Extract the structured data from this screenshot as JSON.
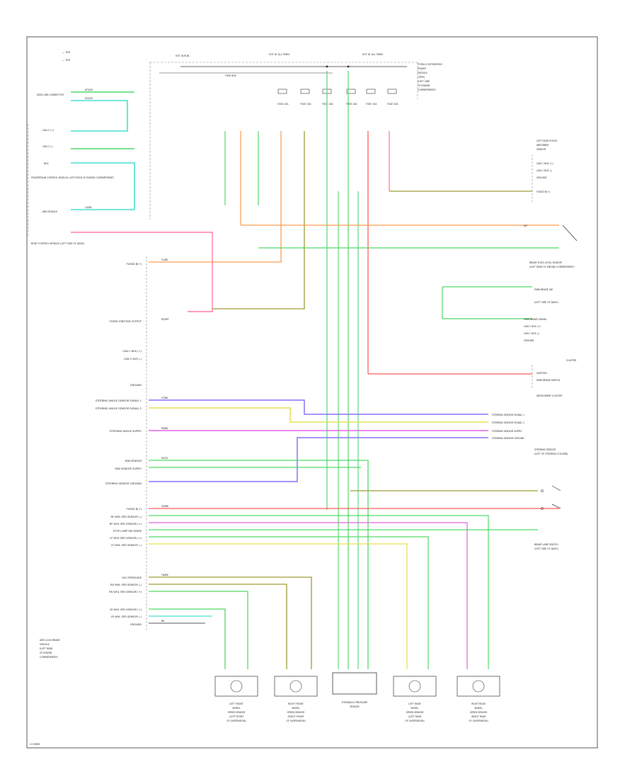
{
  "legend": {
    "line1": "— TCM",
    "line2": "— TCM"
  },
  "top_headers": {
    "hot_run": "HOT IN RUN",
    "hot_all_a": "HOT AT ALL TIMES",
    "hot_all_b": "HOT AT ALL TIMES",
    "fuse_box": "FUSE BOX",
    "right_notes": [
      "TOTALLY INTEGRATED",
      "POWER",
      "MODULE",
      "(TIPM)",
      "(LEFT SIDE",
      "OF ENGINE",
      "COMPARTMENT)"
    ]
  },
  "fuse_labels": [
    "FUSE 20A",
    "FUSE 15A",
    "FUSE 10A",
    "FUSE 10A",
    "FUSE 15A",
    "FUSE 20A"
  ],
  "left_components": {
    "dlc": "DATA LINK CONNECTOR",
    "can_c_plus": "CAN C (+)",
    "can_c_minus": "CAN C (-)",
    "bus": "BUS",
    "pcm_block": "POWERTRAIN CONTROL MODULE (LEFT REAR OF ENGINE COMPARTMENT)",
    "bcm": "BODY CONTROL MODULE (LEFT SIDE OF DASH)",
    "abs_module": "ABS MODULE"
  },
  "bottom_left_module": [
    "ANTI-LOCK BRAKE",
    "MODULE",
    "(LEFT REAR",
    "OF ENGINE",
    "COMPARTMENT)"
  ],
  "wire_colors": {
    "wt_dg": "WT/DG",
    "dg_or": "DG/OR",
    "lg_bk": "LG/BK",
    "rd_wt": "RD/WT",
    "yl_bk": "YL/BK",
    "or_bk": "OR/BK",
    "dg_yl": "DG/YL",
    "pk_bk": "PK/BK",
    "vt_bk": "VT/BK",
    "tn_bk": "TN/BK",
    "bk": "BK",
    "wt": "WT"
  },
  "pcm_pin_labels": [
    "FUSED B(+)",
    "FUSED IGNITION OUTPUT",
    "CAN C BUS (+)",
    "CAN C BUS (-)",
    "GROUND",
    "STEERING ANGLE SENSOR SIGNAL 1",
    "STEERING ANGLE SENSOR SIGNAL 2",
    "STEERING ANGLE SUPPLY",
    "YAW SENSOR",
    "YAW SENSOR SUPPLY",
    "STEERING SENSOR GROUND",
    "FUSED B(+)",
    "RF WHL SPD SENSOR (-)",
    "RF WHL SPD SENSOR (+)",
    "STOP LAMP SW SENSE",
    "LF WHL SPD SENSOR (+)",
    "LF WHL SPD SENSOR (-)",
    "HCU PRESSURE",
    "RR WHL SPD SENSOR (-)",
    "RR WHL SPD SENSOR (+)",
    "LR WHL SPD SENSOR (+)",
    "LR WHL SPD SENSOR (-)",
    "GROUND"
  ],
  "right_components": {
    "left_rear_shock": [
      "LEFT REAR SHOCK",
      "ABSORBER",
      "SENSOR"
    ],
    "shock_pins": [
      "CAN C BUS (+)",
      "CAN C BUS (-)",
      "GROUND",
      "FUSED B(+)"
    ],
    "brake_fluid": [
      "BRAKE FLUID LEVEL SENSOR",
      "(LEFT REAR OF ENGINE COMPARTMENT)"
    ],
    "park_brake": [
      "PARK BRAKE SW",
      "(LEFT SIDE OF DASH)"
    ],
    "park_brake_pins": [
      "PARK BRAKE SIGNAL",
      "CAN C BUS (+)",
      "CAN C BUS (-)",
      "GROUND"
    ],
    "cluster": [
      "CLUSTER",
      "IGNITION",
      "PARK BRAKE SWITCH"
    ],
    "cluster_note": "INSTRUMENT CLUSTER",
    "steering_pins": [
      "STEERING SENSOR SIGNAL 1",
      "STEERING SENSOR SIGNAL 2",
      "STEERING SENSOR SUPPLY",
      "STEERING SENSOR GROUND"
    ],
    "steering_sensor": [
      "STEERING SENSOR",
      "(LEFT OF STEERING COLUMN)"
    ],
    "brake_lamp_sw": [
      "BRAKE LAMP SWITCH",
      "(LEFT SIDE OF DASH)"
    ]
  },
  "bottom_sensors": [
    [
      "LEFT FRONT",
      "WHEEL",
      "SPEED SENSOR",
      "(LEFT FRONT",
      "OF SUSPENSION)"
    ],
    [
      "RIGHT FRONT",
      "WHEEL",
      "SPEED SENSOR",
      "(RIGHT FRONT",
      "OF SUSPENSION)"
    ],
    [
      "HYDRAULIC PRESSURE",
      "SENSOR"
    ],
    [
      "LEFT REAR",
      "WHEEL",
      "SPEED SENSOR",
      "(LEFT REAR",
      "OF SUSPENSION)"
    ],
    [
      "RIGHT REAR",
      "WHEEL",
      "SPEED SENSOR",
      "(RIGHT REAR",
      "OF SUSPENSION)"
    ]
  ],
  "footer_code": "1174856",
  "colors": {
    "border": "#555555",
    "green": "#4cd964",
    "teal": "#40e0d0",
    "red": "#ff5a5a",
    "orange": "#ff9a4a",
    "olive": "#9a9a30",
    "yellow": "#e6e04a",
    "violet": "#8a6cff",
    "magenta": "#e060e0",
    "tan": "#b49a66",
    "gray": "#8a8a8a"
  }
}
